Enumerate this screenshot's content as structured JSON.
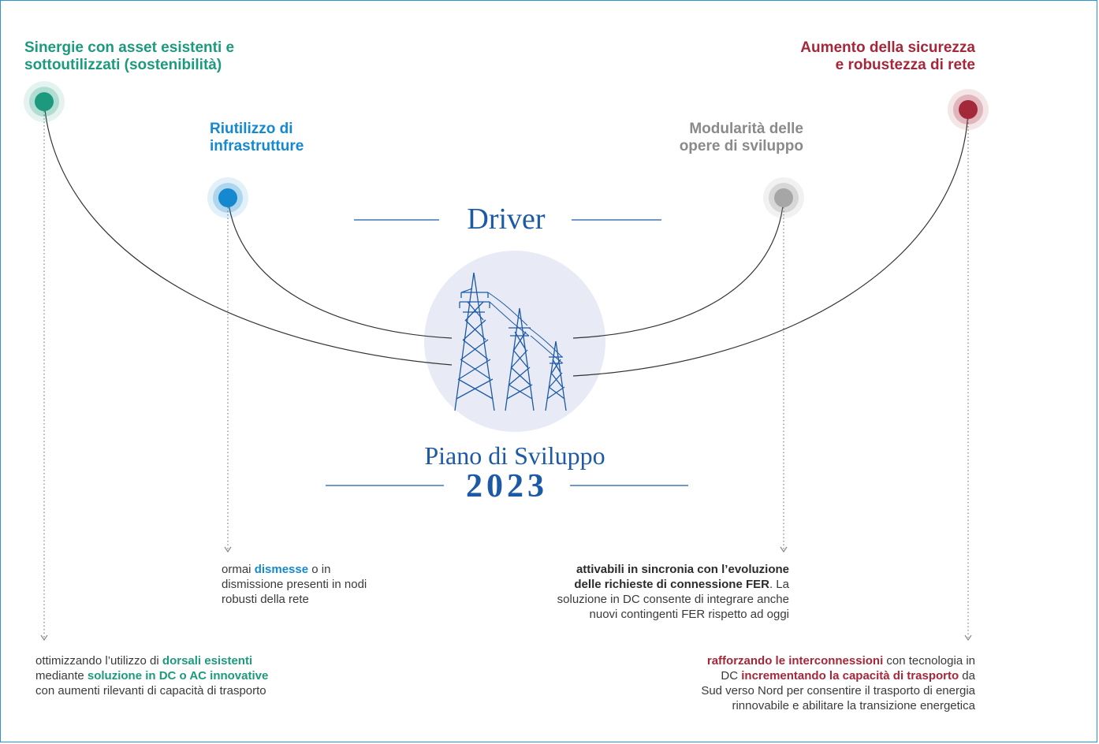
{
  "center": {
    "driver_label": "Driver",
    "plan_label": "Piano di Sviluppo",
    "plan_year": "2023",
    "icon": "power-transmission-towers-icon"
  },
  "drivers": {
    "sinergie": {
      "title_line1": "Sinergie con asset esistenti e",
      "title_line2": "sottoutilizzati (sostenibilità)",
      "color": "#1d9a7d",
      "desc": {
        "t1": "ottimizzando l’utilizzo di ",
        "b1": "dorsali esistenti",
        "t2": "mediante ",
        "b2": "soluzione in DC o AC innovative",
        "t3": "con aumenti rilevanti di capacità di trasporto"
      }
    },
    "riutilizzo": {
      "title_line1": "Riutilizzo di",
      "title_line2": "infrastrutture",
      "color": "#1489d0",
      "desc": {
        "t1": "ormai ",
        "b1": "dismesse",
        "t2": " o in",
        "t3": "dismissione presenti in nodi",
        "t4": "robusti della rete"
      }
    },
    "modularita": {
      "title_line1": "Modularità delle",
      "title_line2": "opere di sviluppo",
      "color": "#8a8a8a",
      "desc": {
        "b1": "attivabili in sincronia con l’evoluzione",
        "b2": "delle richieste di connessione FER",
        "t1": ". La",
        "t2": "soluzione in DC consente di integrare anche",
        "t3": "nuovi contingenti FER rispetto ad oggi"
      }
    },
    "sicurezza": {
      "title_line1": "Aumento della sicurezza",
      "title_line2": "e robustezza di rete",
      "color": "#a3283a",
      "desc": {
        "b1": "rafforzando le interconnessioni",
        "t1": " con tecnologia in",
        "t2": "DC ",
        "b2": "incrementando la capacità di trasporto",
        "t3": " da",
        "t4": "Sud verso Nord per consentire il trasporto di energia",
        "t5": "rinnovabile e abilitare la transizione energetica"
      }
    }
  }
}
